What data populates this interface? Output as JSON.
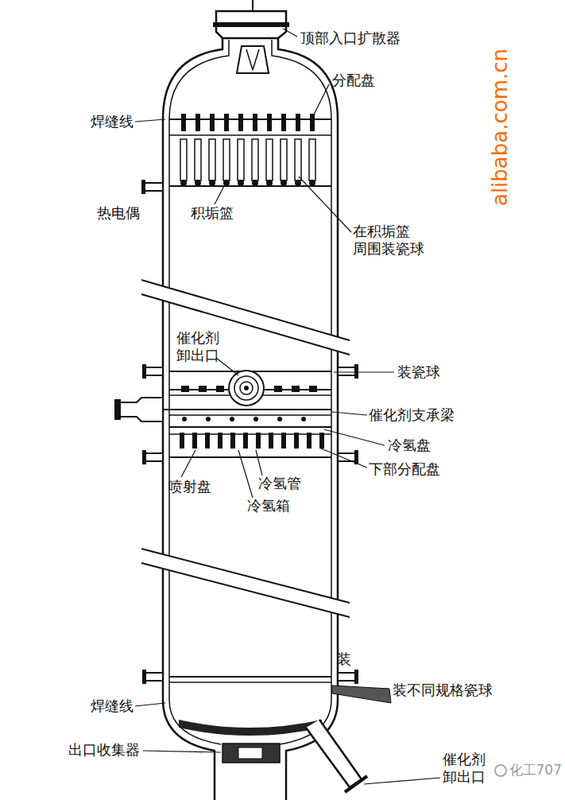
{
  "diagram": {
    "labels": [
      "顶部入口扩散器",
      "分配盘",
      "焊缝线",
      "热电偶",
      "积垢篮",
      "在积垢篮 周围装瓷球",
      "催化剂 卸出口",
      "装瓷球",
      "催化剂支承梁",
      "冷氢盘",
      "下部分配盘",
      "喷射盘",
      "冷氢管",
      "冷氢箱",
      "装",
      "装不同规格瓷球",
      "焊缝线",
      "出口收集器",
      "催化剂 卸出口",
      "alibaba.com.cn",
      "化工707"
    ]
  }
}
